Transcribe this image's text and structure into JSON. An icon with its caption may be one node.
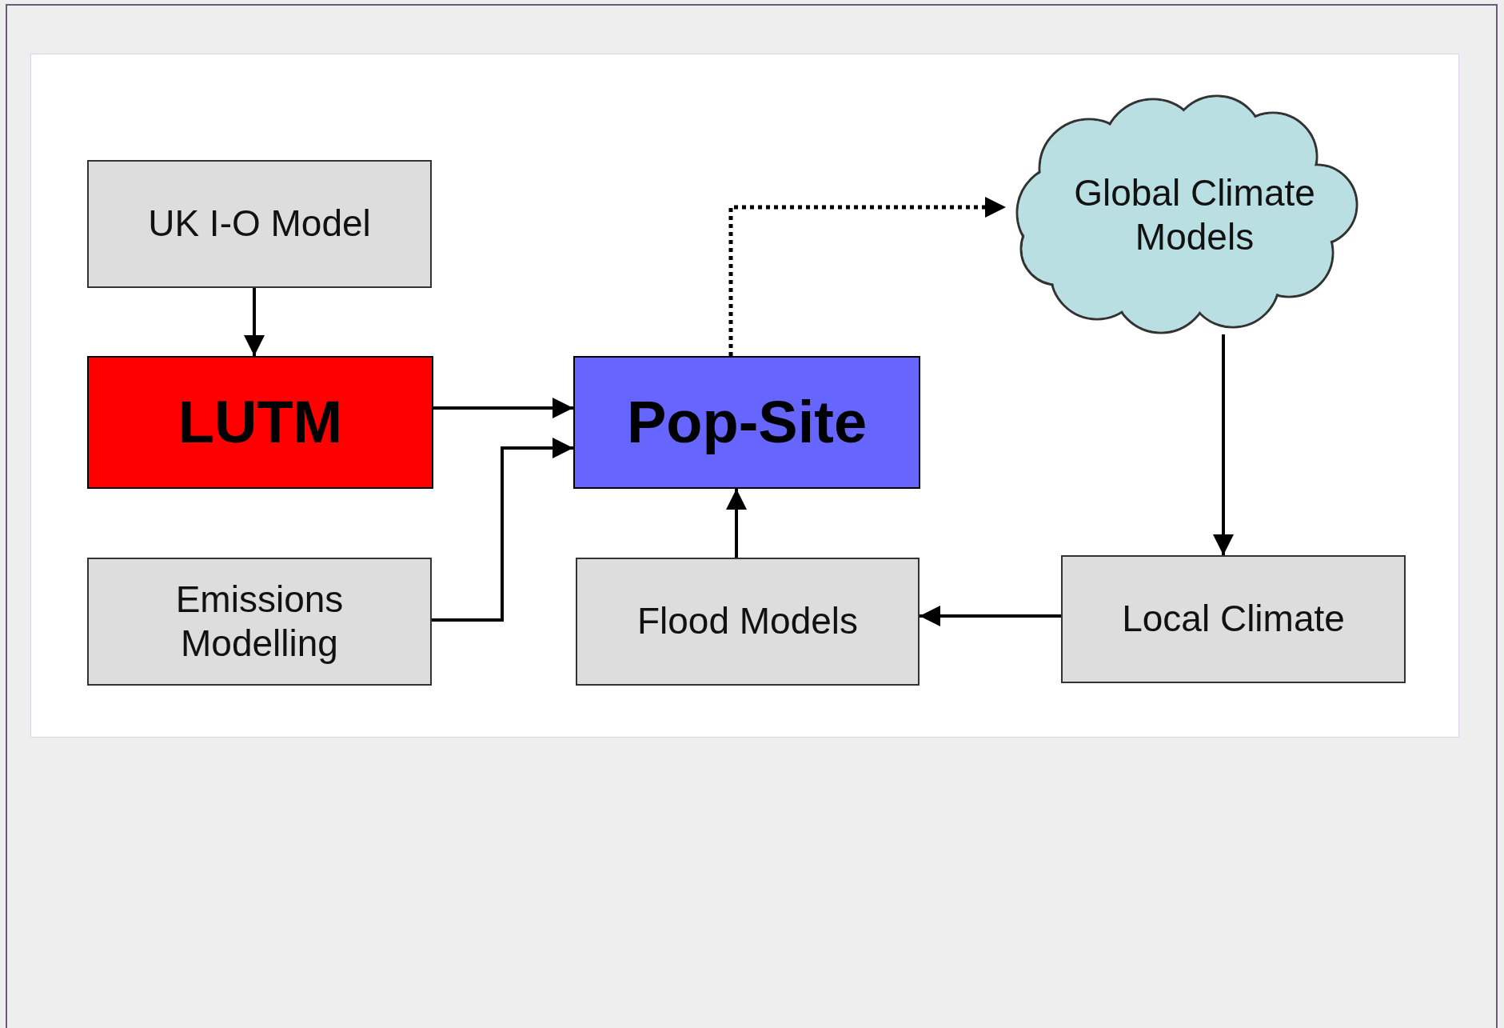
{
  "diagram": {
    "nodes": [
      {
        "text": [
          "UK I-O Model"
        ]
      },
      {
        "text": [
          "LUTM"
        ]
      },
      {
        "text": [
          "Emissions Modelling"
        ]
      },
      {
        "text": [
          "Pop-Site"
        ]
      },
      {
        "text": [
          "Flood Models"
        ]
      },
      {
        "text": [
          "Local Climate"
        ]
      },
      {
        "text": [
          "Global Climate Models"
        ]
      }
    ],
    "edges": [
      {
        "from": 0,
        "to": 1,
        "arrow": "to"
      },
      {
        "from": 1,
        "to": 3,
        "arrow": "to"
      },
      {
        "from": 2,
        "to": 3,
        "arrow": "to"
      },
      {
        "from": 4,
        "to": 3,
        "arrow": "to"
      },
      {
        "from": 5,
        "to": 4,
        "arrow": "to"
      },
      {
        "from": 6,
        "to": 5,
        "arrow": "to"
      },
      {
        "from": 3,
        "to": 6,
        "arrow": "to",
        "style": "dashed"
      }
    ]
  }
}
